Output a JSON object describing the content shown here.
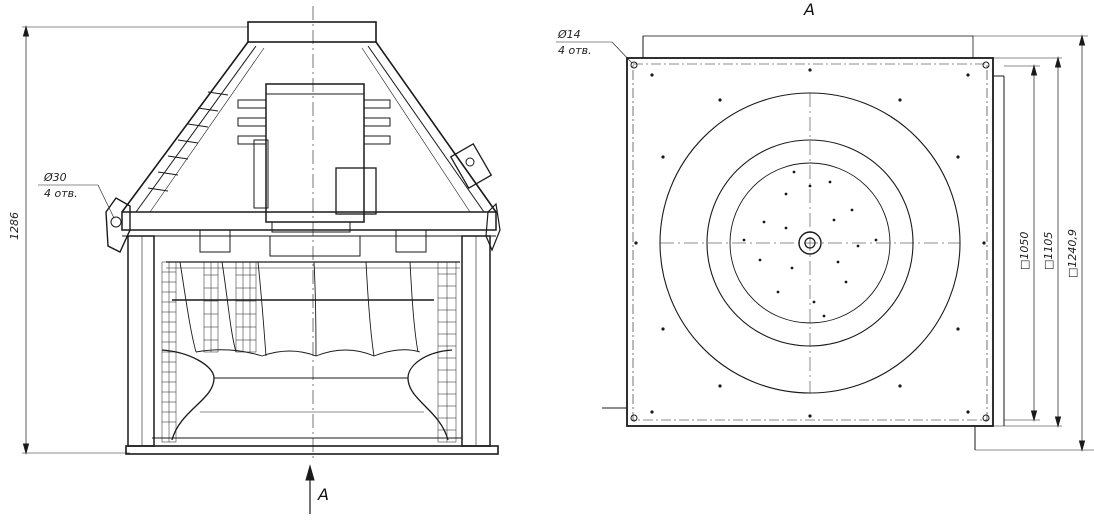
{
  "view_label": "A",
  "side_view": {
    "height_dim": "1286",
    "hole_dia": "Ø30",
    "hole_count": "4 отв.",
    "arrow_label": "A"
  },
  "plan_view": {
    "hole_dia": "Ø14",
    "hole_count": "4 отв.",
    "dims": [
      "□1050",
      "□1105",
      "□1240,9"
    ]
  }
}
